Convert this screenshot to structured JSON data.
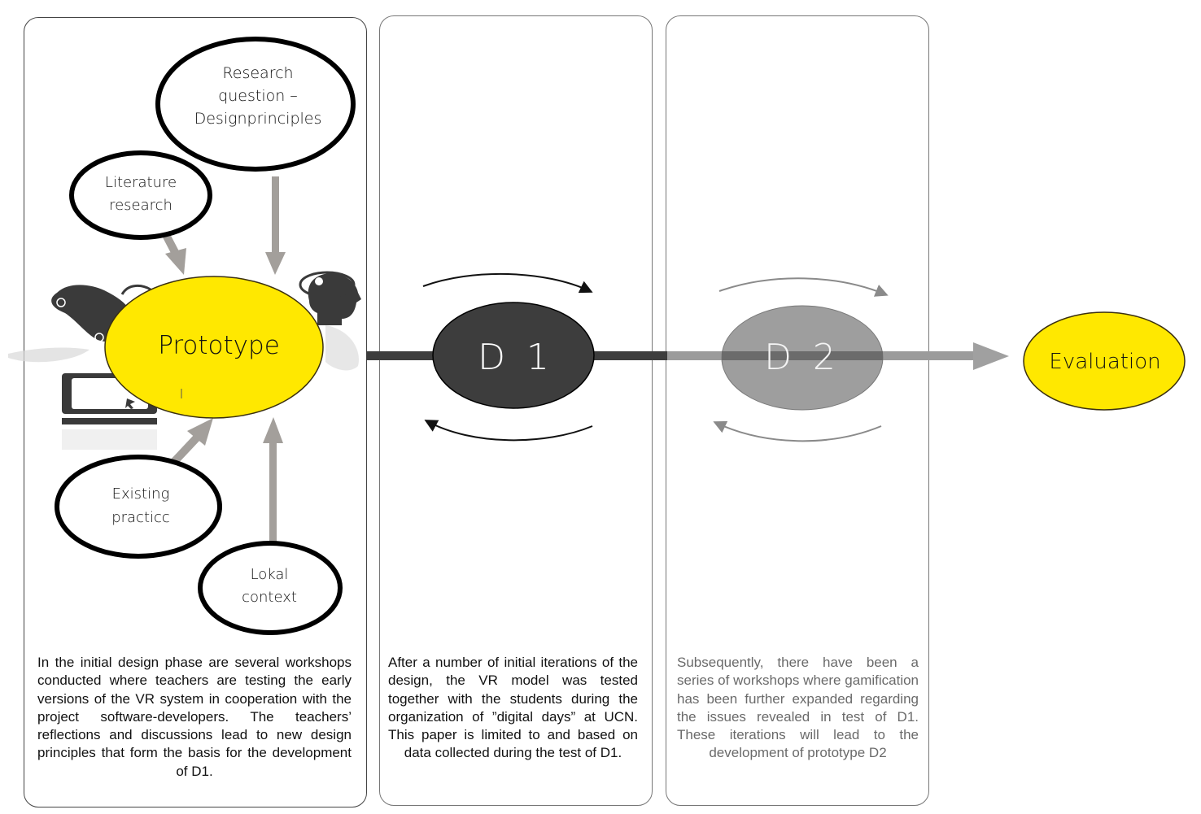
{
  "diagram": {
    "nodes": {
      "research_question": [
        "Research",
        "question –",
        "Designprinciples"
      ],
      "literature": [
        "Literature",
        "research"
      ],
      "existing": [
        "Existing",
        "practicc"
      ],
      "lokal": [
        "Lokal",
        "context"
      ],
      "prototype": "Prototype",
      "d1": "D 1",
      "d2": "D 2",
      "evaluation": "Evaluation"
    },
    "colors": {
      "yellow": "#ffe800",
      "d1_fill": "#3d3d3d",
      "d2_fill": "#9e9e9e",
      "arrow_gray": "#a39f9b",
      "flow_dark": "#3d3d3d",
      "flow_light": "#9b9b9b"
    },
    "icons": [
      "game-controller-icon",
      "computer-monitor-icon",
      "head-idea-icon"
    ]
  },
  "captions": {
    "phase1": "In the initial design phase are several workshops conducted where teachers are testing the early versions of the VR system in cooperation with the project software-developers. The teachers’ reflections and discussions lead to new design principles that form the basis for the development of D1.",
    "phase2": "After a number of initial iterations of the design, the VR model was tested together with the students during the organization of ”digital days” at UCN. This paper is limited to and based on data collected during the test of D1.",
    "phase3": "Subsequently, there have been a series of workshops where gamification has been further expanded regarding the issues revealed in test of D1. These iterations will lead to the development of prototype D2"
  }
}
